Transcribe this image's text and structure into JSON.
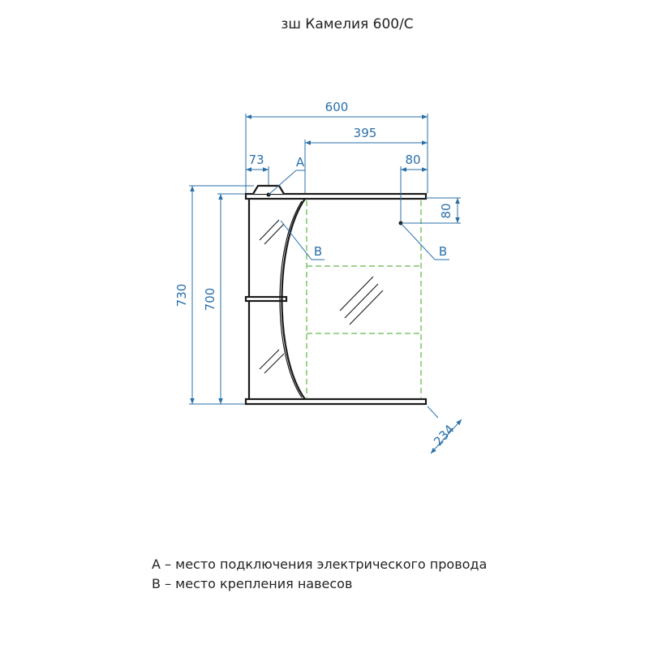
{
  "title": "зш Камелия 600/С",
  "dimensions": {
    "overall_width": "600",
    "mirror_width": "395",
    "socket_offset": "73",
    "mount_offset_x": "80",
    "mount_offset_y": "80",
    "overall_height": "730",
    "body_height": "700",
    "depth": "234"
  },
  "markers": {
    "a": "A",
    "b": "B"
  },
  "legend": {
    "a": "А – место подключения электрического провода",
    "b": "В – место крепления навесов"
  },
  "colors": {
    "dimension": "#2a6fa8",
    "outline": "#1a1a1a",
    "dashed": "#7ec46a"
  }
}
